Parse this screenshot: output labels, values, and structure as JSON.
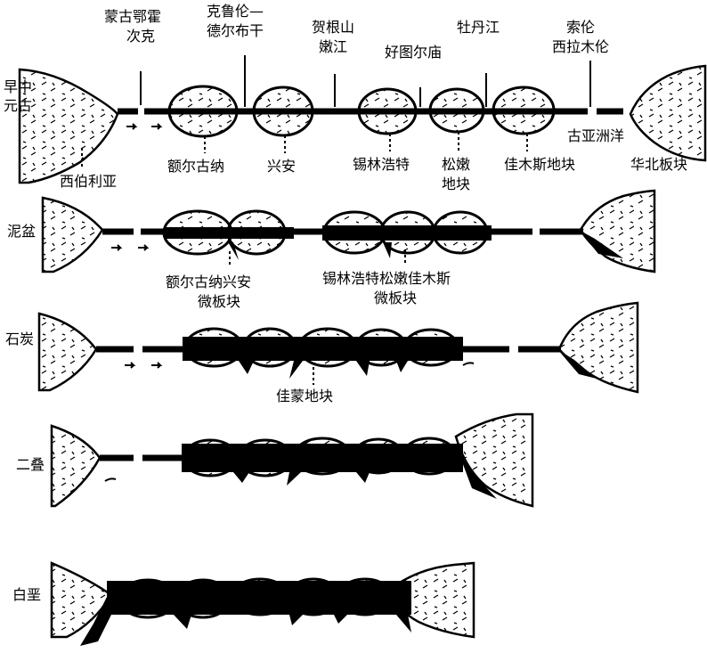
{
  "stages": [
    {
      "label": "早中元古"
    },
    {
      "label": "泥盆"
    },
    {
      "label": "石炭"
    },
    {
      "label": "二叠"
    },
    {
      "label": "白垩"
    }
  ],
  "top_labels": {
    "menggu_l1": "蒙古鄂霍",
    "menggu_l2": "次克",
    "kelulun_l1": "克鲁伦—",
    "kelulun_l2": "德尔布干",
    "hegen_l1": "贺根山",
    "hegen_l2": "嫩江",
    "haotu": "好图尔庙",
    "mudan": "牡丹江",
    "suolun_l1": "索伦",
    "suolun_l2": "西拉木伦"
  },
  "stage1_labels": {
    "guyazhou": "古亚洲洋",
    "xiboliya": "西伯利亚",
    "eerguna": "额尔古纳",
    "xingan": "兴安",
    "xilin": "锡林浩特",
    "songnen_l1": "松嫩",
    "songnen_l2": "地块",
    "jiamusi": "佳木斯地块",
    "huabei": "华北板块"
  },
  "stage2_labels": {
    "exing_l1": "额尔古纳兴安",
    "exing_l2": "微板块",
    "xsj_l1": "锡林浩特松嫩佳木斯",
    "xsj_l2": "微板块"
  },
  "stage3_labels": {
    "jiameng": "佳蒙地块"
  }
}
